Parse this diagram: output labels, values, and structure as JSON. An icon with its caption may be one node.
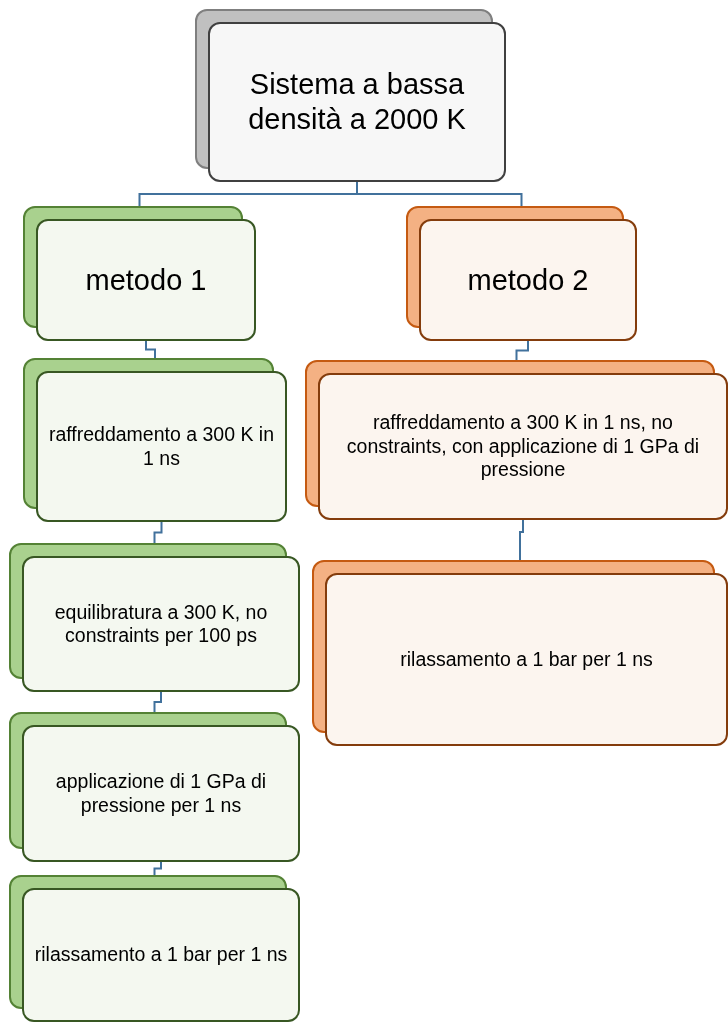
{
  "diagram": {
    "nodes": [
      {
        "text": [
          "Sistema a bassa densità a 2000 K"
        ]
      },
      {
        "text": [
          "metodo 1"
        ]
      },
      {
        "text": [
          "metodo 2"
        ]
      },
      {
        "text": [
          "raffreddamento a 300 K in 1 ns"
        ]
      },
      {
        "text": [
          "equilibratura a 300 K, no constraints per 100 ps"
        ]
      },
      {
        "text": [
          "applicazione di 1 GPa di pressione per 1 ns"
        ]
      },
      {
        "text": [
          "rilassamento a 1 bar per 1 ns"
        ]
      },
      {
        "text": [
          "raffreddamento a 300 K in 1 ns, no constraints, con applicazione di 1 GPa di pressione"
        ]
      },
      {
        "text": [
          "rilassamento a 1 bar per 1 ns"
        ]
      }
    ],
    "edges": [
      {
        "from": 0,
        "to": 1,
        "arrow": "none"
      },
      {
        "from": 0,
        "to": 2,
        "arrow": "none"
      },
      {
        "from": 1,
        "to": 3,
        "arrow": "none"
      },
      {
        "from": 3,
        "to": 4,
        "arrow": "none"
      },
      {
        "from": 4,
        "to": 5,
        "arrow": "none"
      },
      {
        "from": 5,
        "to": 6,
        "arrow": "none"
      },
      {
        "from": 2,
        "to": 7,
        "arrow": "none"
      },
      {
        "from": 7,
        "to": 8,
        "arrow": "none"
      }
    ]
  }
}
